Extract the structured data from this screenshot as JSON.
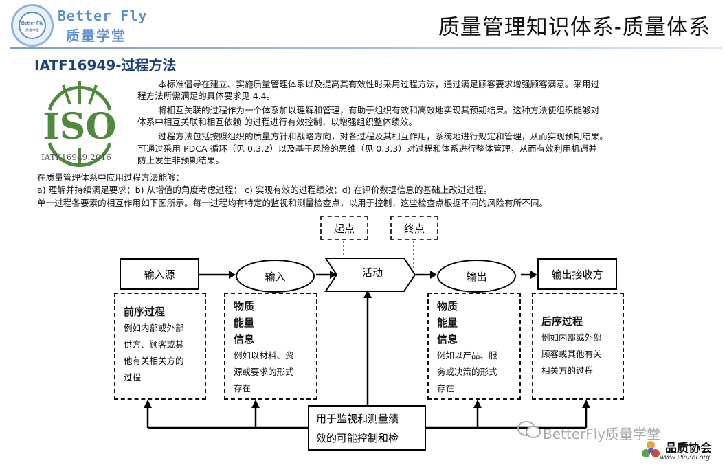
{
  "header": {
    "logo_line1": "Better Fly",
    "logo_line2": "质量学堂",
    "brand_name": "Better Fly",
    "brand_cn": "质量学堂",
    "title": "质量管理知识体系-质量体系"
  },
  "section_title": "IATF16949-过程方法",
  "iso": {
    "mark": "ISO",
    "caption": "IATF16949:2016"
  },
  "body_lines": [
    "本标准倡导在建立、实施质量管理体系以及提高其有效性时采用过程方法，通过满足顾客要求增强顾客满意。采用过",
    "程方法所需满足的具体要求见 4.4。",
    "将相互关联的过程作为一个体系加以理解和管理，有助于组织有效和高效地实现其预期结果。这种方法使组织能够对",
    "体系中相互关联和相互依赖 的过程进行有效控制，以增强组织整体绩效。",
    "过程方法包括按照组织的质量方针和战略方向，对各过程及其相互作用，系统地进行规定和管理，从而实现预期结果。",
    "可通过采用 PDCA 循环（见 0.3.2）以及基于风险的思维（见 0.3.3）对过程和体系进行整体管理，从而有效利用机遇并",
    "防止发生非预期结果。",
    "在质量管理体系中应用过程方法能够：",
    "a) 理解并持续满足要求；b) 从增值的角度考虑过程； c) 实现有效的过程绩效；d) 在评价数据信息的基础上改进过程。",
    "单一过程各要素的相互作用如下图所示。每一过程均有特定的监视和测量检查点，以用于控制，这些检查点根据不同的风险有所不同。"
  ],
  "diagram": {
    "start_label": "起点",
    "end_label": "终点",
    "input_source": "输入源",
    "input": "输入",
    "activity": "活动",
    "output": "输出",
    "output_receiver": "输出接收方",
    "prev_process": {
      "heading": "前序过程",
      "lines": [
        "例如内部或外部",
        "供方、顾客或其",
        "他有关相关方的",
        "过程"
      ]
    },
    "input_detail": {
      "items": [
        "物质",
        "能量",
        "信息"
      ],
      "lines": [
        "例如以材料、资",
        "源或要求的形式",
        "存在"
      ]
    },
    "output_detail": {
      "items": [
        "物质",
        "能量",
        "信息"
      ],
      "lines": [
        "例如以产品、服",
        "务或决策的形式",
        "存在"
      ]
    },
    "next_process": {
      "heading": "后序过程",
      "lines": [
        "例如内部或外部",
        "顾客或其他有关",
        "相关方的过程"
      ]
    },
    "control_lines": [
      "用于监视和测量绩",
      "效的可能控制和检"
    ]
  },
  "watermark": "BetterFly质量学堂",
  "pinzhi": {
    "name": "品质协会",
    "url": "www.PinZhi.org"
  }
}
